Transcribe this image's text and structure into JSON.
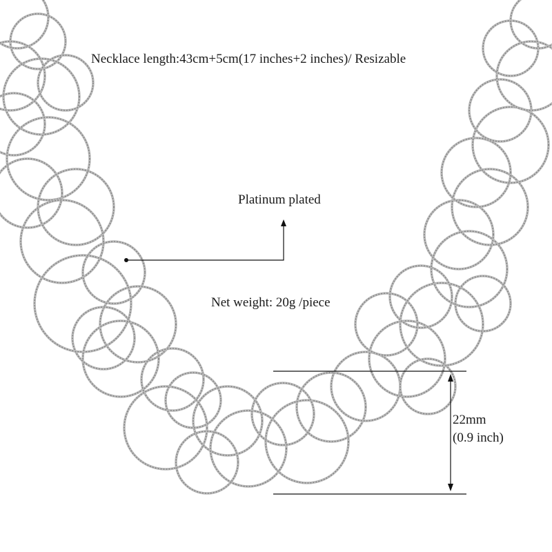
{
  "product": {
    "length_text": "Necklace length:43cm+5cm(17 inches+2 inches)/ Resizable",
    "plating_text": "Platinum plated",
    "weight_text": "Net weight:  20g /piece",
    "ring_size_mm": "22mm",
    "ring_size_inch": "(0.9 inch)"
  },
  "colors": {
    "metal": "#b9b9b9",
    "metal_dark": "#7d7d7d",
    "annotation": "#111111",
    "background": "#ffffff"
  }
}
